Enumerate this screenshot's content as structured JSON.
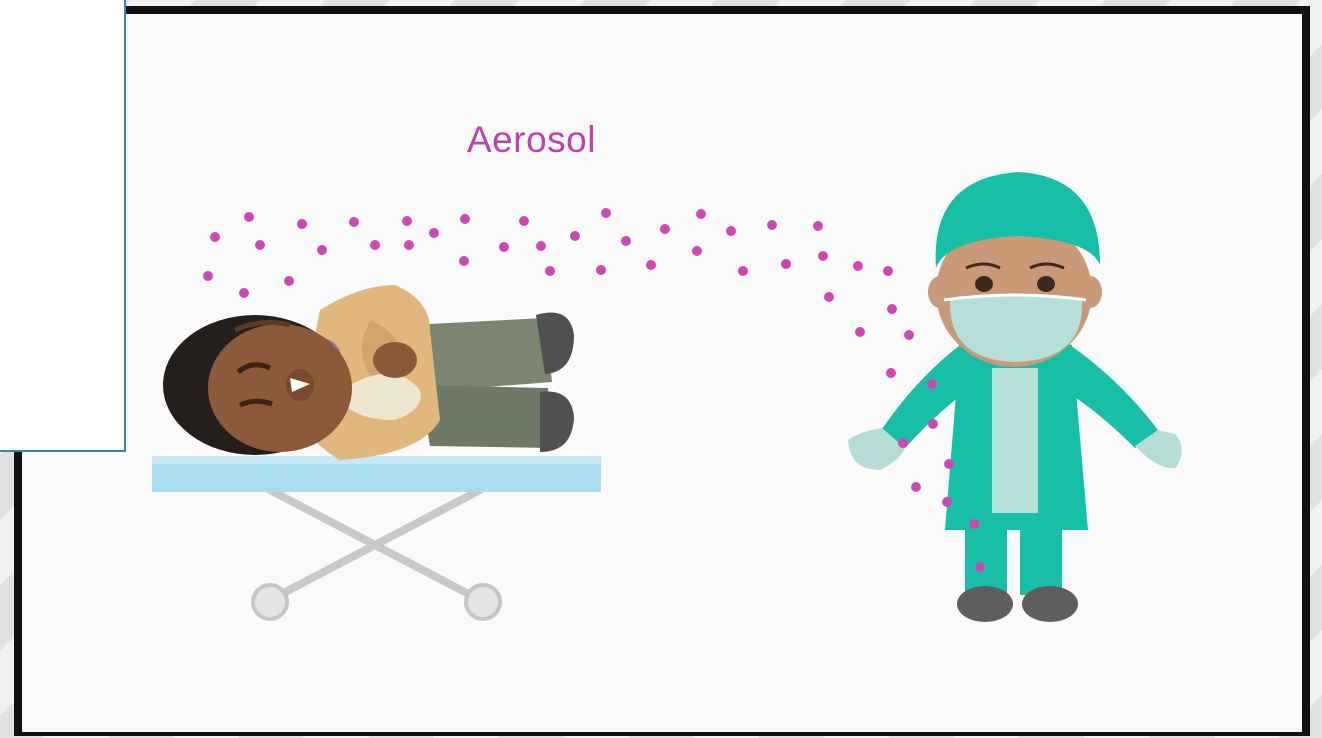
{
  "label": {
    "text": "Aerosol"
  },
  "colors": {
    "particle": "#cf47b7",
    "scrubs": "#17bfa8",
    "mask": "#b7dfd9",
    "skin_patient": "#8b5a3a",
    "stretcher": "#aadcf1"
  },
  "illustration": {
    "subjects": [
      "patient-on-stretcher",
      "health-worker-in-ppe"
    ],
    "icons": [
      "aerosol-particles"
    ]
  }
}
